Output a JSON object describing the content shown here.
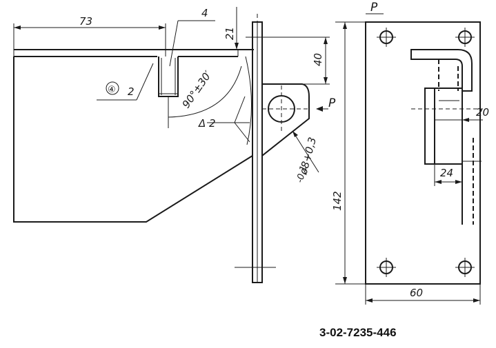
{
  "drawing": {
    "dimensions": {
      "d73": "73",
      "d21": "21",
      "d40": "40",
      "d142": "142",
      "d60": "60",
      "d20": "20",
      "d24": "24",
      "angle": "90°±30′",
      "hole": "ø8+0,3",
      "hole_tol": "-0,1"
    },
    "callouts": {
      "part_no": "4",
      "weld_symbol": "④",
      "weld_leg_1": "2",
      "weld_leg_2": "Δ 2"
    },
    "view_letter": "P",
    "arrow_letter": "P",
    "drawing_number": "3-02-7235-446"
  }
}
